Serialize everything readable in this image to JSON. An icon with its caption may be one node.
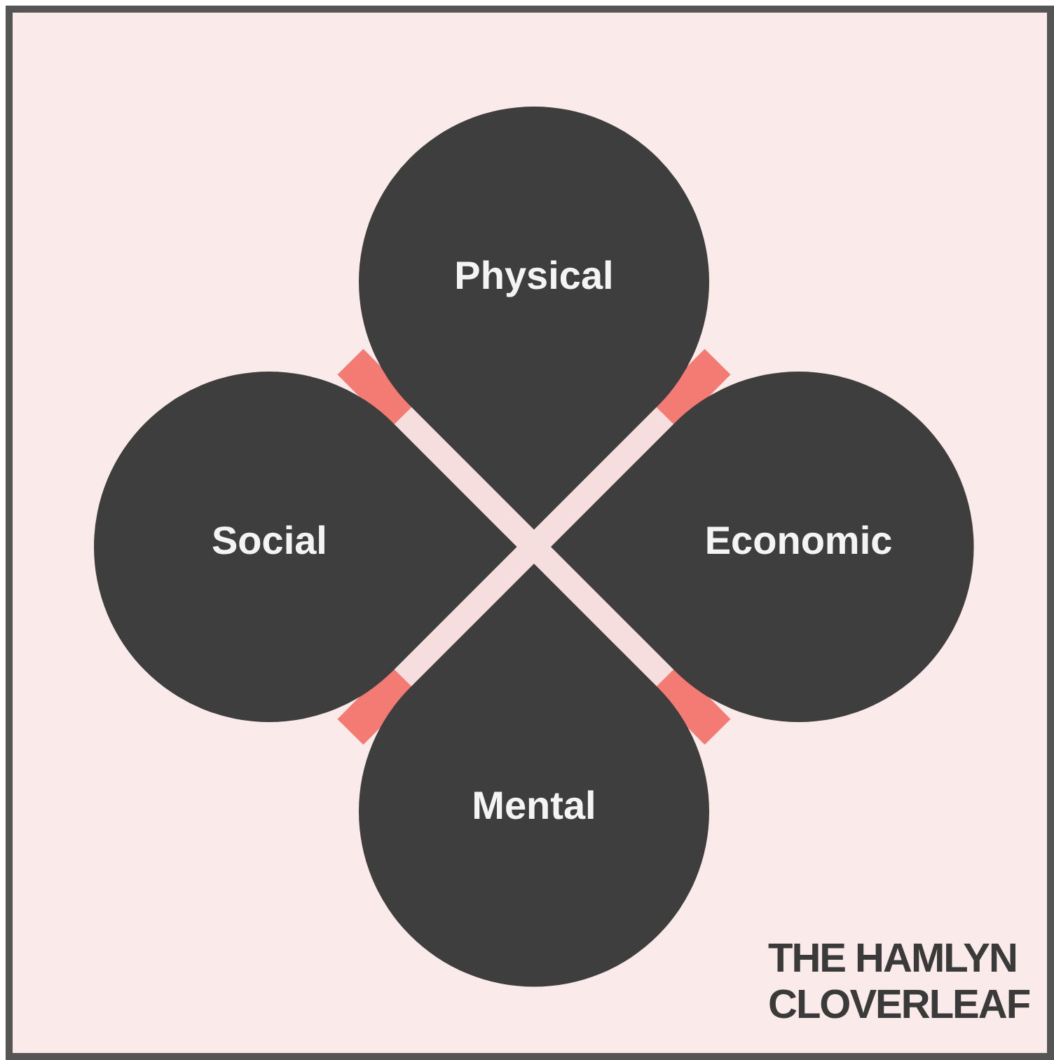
{
  "diagram": {
    "title": "THE HAMLYN CLOVERLEAF",
    "nodes": [
      {
        "text": [
          "Physical"
        ]
      },
      {
        "text": [
          "Social"
        ]
      },
      {
        "text": [
          "Economic"
        ]
      },
      {
        "text": [
          "Mental"
        ]
      }
    ]
  }
}
